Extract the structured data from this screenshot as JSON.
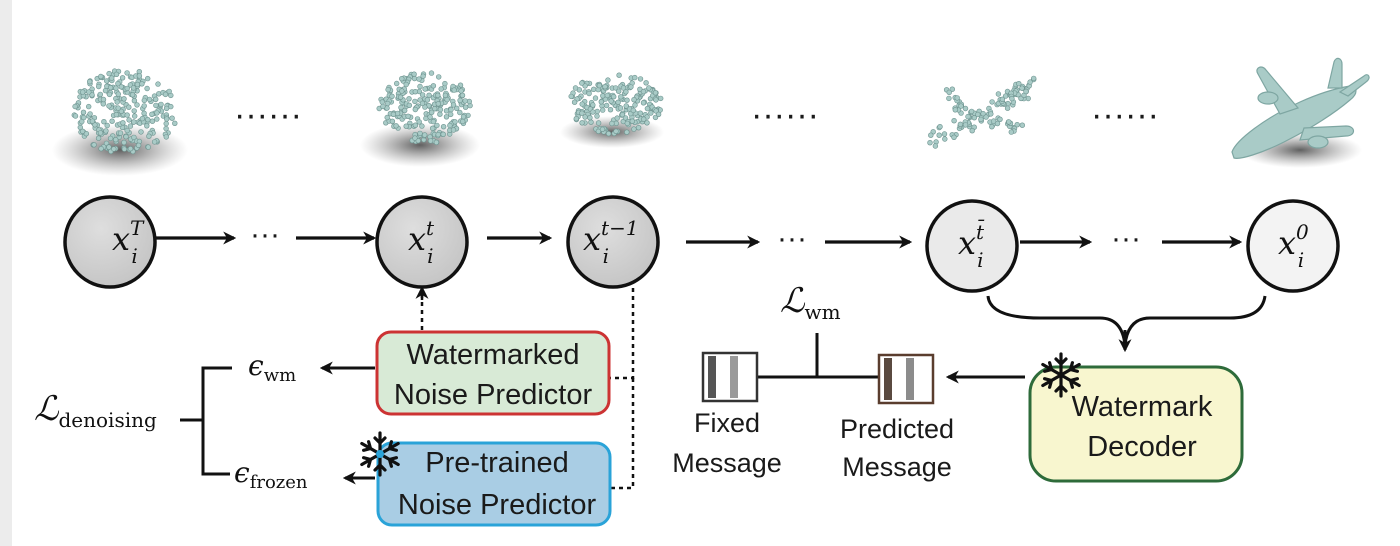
{
  "states": {
    "xT": {
      "base": "x",
      "sup": "T",
      "sub": "i"
    },
    "xt": {
      "base": "x",
      "sup": "t",
      "sub": "i"
    },
    "xt1": {
      "base": "x",
      "sup": "t−1",
      "sub": "i"
    },
    "xtbar": {
      "base": "x",
      "sup": "t̄",
      "sub": "i"
    },
    "x0": {
      "base": "x",
      "sup": "0",
      "sub": "i"
    }
  },
  "ellipsis_dots": "······",
  "chain_dots": "···",
  "losses": {
    "wm": {
      "symbol": "ℒ",
      "sub": "wm"
    },
    "denoising": {
      "symbol": "ℒ",
      "sub": "denoising"
    }
  },
  "epsilons": {
    "wm": {
      "symbol": "ϵ",
      "sub": "wm"
    },
    "frozen": {
      "symbol": "ϵ",
      "sub": "frozen"
    }
  },
  "boxes": {
    "watermarked": {
      "line1": "Watermarked",
      "line2": "Noise Predictor",
      "fill": "#d8ead6",
      "stroke": "#cc3333"
    },
    "pretrained": {
      "line1": "Pre-trained",
      "line2": "Noise Predictor",
      "fill": "#a9cde4",
      "stroke": "#2aa3d8"
    },
    "decoder": {
      "line1": "Watermark",
      "line2": "Decoder",
      "fill": "#f8f6cf",
      "stroke": "#2e6b3a"
    }
  },
  "messages": {
    "fixed": {
      "line1": "Fixed",
      "line2": "Message"
    },
    "predicted": {
      "line1": "Predicted",
      "line2": "Message"
    }
  },
  "icons": {
    "frozen": "snowflake-icon",
    "message": "message-bits-icon",
    "point_cloud": "point-cloud-icon"
  },
  "colors": {
    "node_fill": "#d0d0d0",
    "node_fill_light": "#ececec",
    "cloud": "#a9cbc7"
  }
}
